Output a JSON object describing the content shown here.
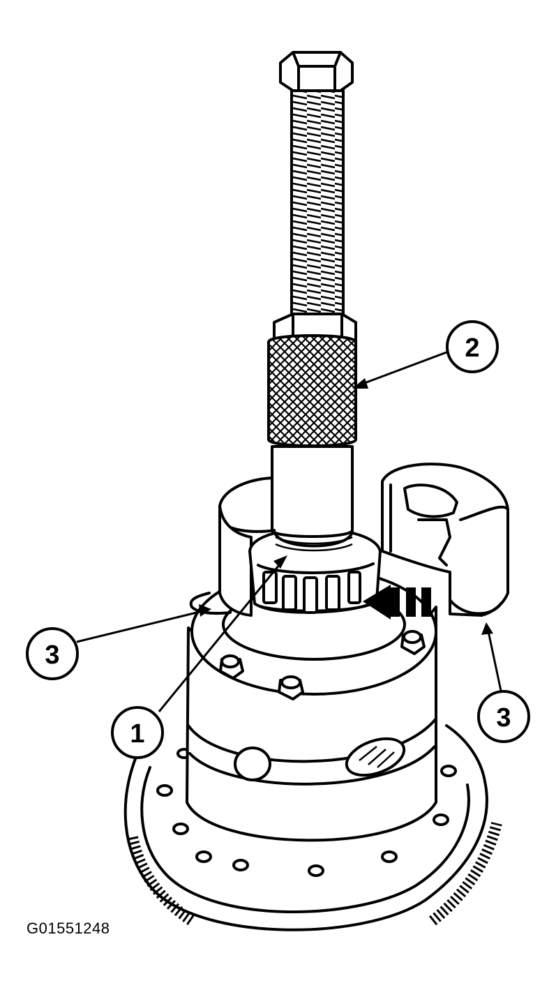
{
  "figure_id": "G01551248",
  "callouts": [
    {
      "id": "1",
      "label": "1"
    },
    {
      "id": "2",
      "label": "2"
    },
    {
      "id": "3a",
      "label": "3"
    },
    {
      "id": "3b",
      "label": "3"
    }
  ],
  "colors": {
    "ink": "#000000",
    "paper": "#ffffff"
  }
}
